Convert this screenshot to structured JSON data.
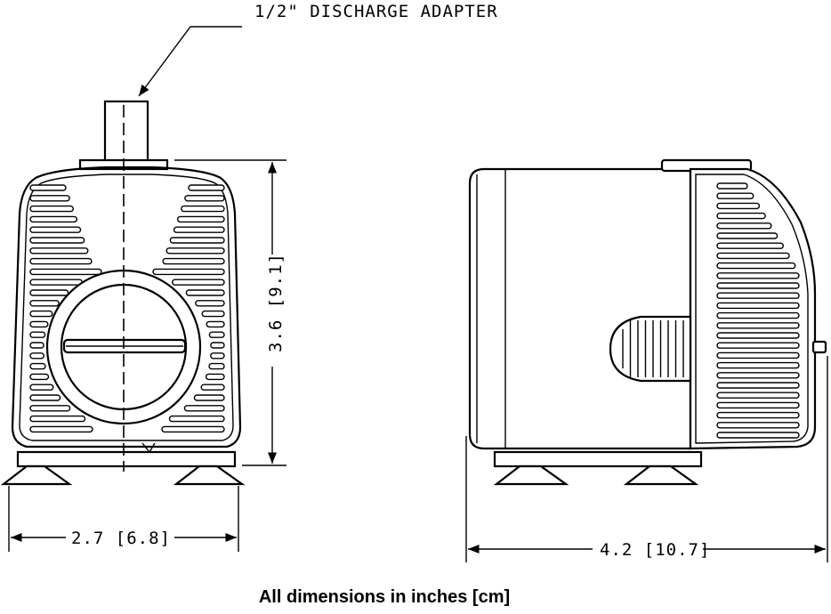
{
  "labels": {
    "discharge_adapter": "1/2\" DISCHARGE ADAPTER",
    "height_dimension": "3.6 [9.1]",
    "width_dimension": "2.7 [6.8]",
    "length_dimension": "4.2 [10.7]"
  },
  "caption": "All dimensions in inches [cm]"
}
